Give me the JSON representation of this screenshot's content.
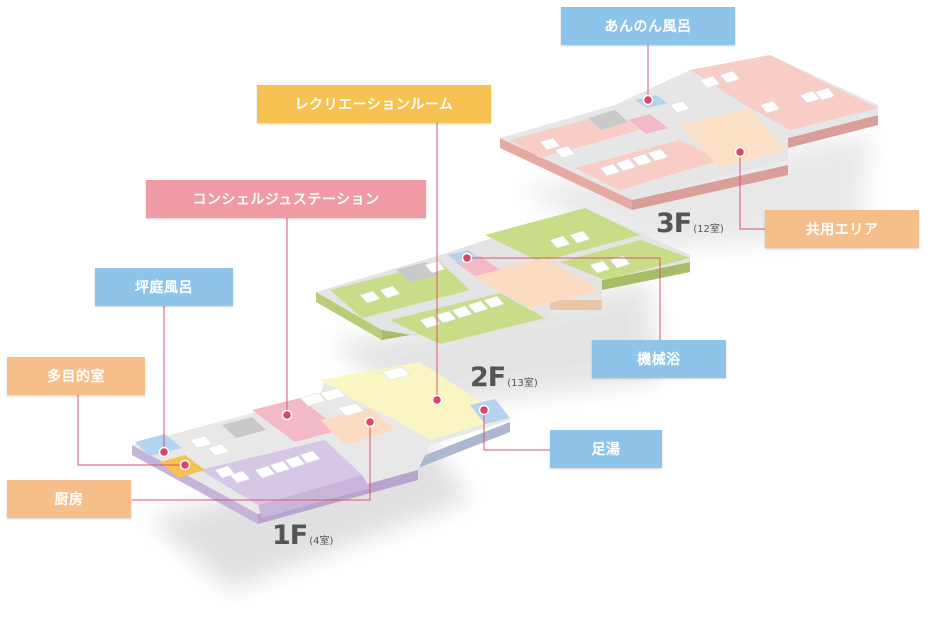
{
  "labels": {
    "annon_furo": "あんのん風呂",
    "recreation_room": "レクリエーションルーム",
    "concierge_station": "コンシェルジュステーション",
    "tsubo_niwa_furo": "坪庭風呂",
    "tamokuteki_shitsu": "多目的室",
    "chubo": "厨房",
    "kyoyo_area": "共用エリア",
    "kikai_yoku": "機械浴",
    "ashiyu": "足湯"
  },
  "floors": {
    "f1": {
      "name": "1F",
      "rooms": "(4室)"
    },
    "f2": {
      "name": "2F",
      "rooms": "(13室)"
    },
    "f3": {
      "name": "3F",
      "rooms": "(12室)"
    }
  },
  "colors": {
    "blue_label": "#8fc4ea",
    "pink_label": "#f09aa3",
    "orange_label": "#f6be8a",
    "yellow_label": "#f6c352",
    "leader_line": "#d9566e",
    "floor1_room": "#d6c4e6",
    "floor2_room": "#c9dc87",
    "floor3_room": "#f4c0b8"
  }
}
